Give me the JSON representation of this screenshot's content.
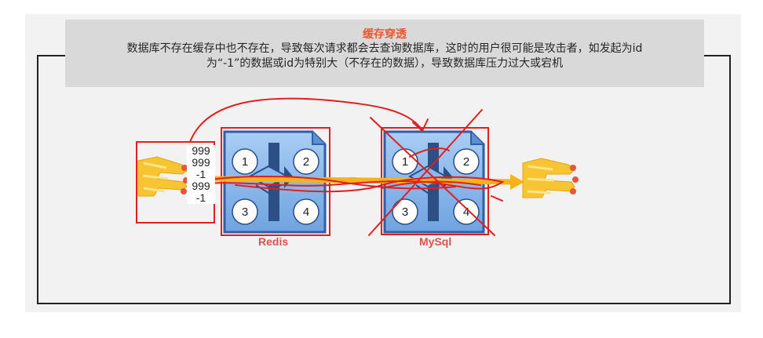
{
  "header": {
    "title": "缓存穿透",
    "line1": "数据库不存在缓存中也不存在，导致每次请求都会去查询数据库，这时的用户很可能是攻击者，如发起为id",
    "line2": "为“-1”的数据或id为特别大（不存在的数据），导致数据库压力过大或宕机"
  },
  "request_stack": [
    "999",
    "999",
    "-1",
    "999",
    "-1"
  ],
  "redis": {
    "label": "Redis",
    "quadrants": [
      "1",
      "2",
      "3",
      "4"
    ]
  },
  "mysql": {
    "label": "MySql",
    "quadrants": [
      "1",
      "2",
      "3",
      "4"
    ]
  },
  "colors": {
    "title": "#e8582f",
    "annotation_red": "#e02020",
    "db_blue": "#7fb1e8",
    "db_border": "#2f5fa8",
    "arrow_orange": "#f5b21b"
  },
  "icons": [
    "hand-pointer-icon-left",
    "hand-pointer-icon-right",
    "redis-icon",
    "mysql-icon"
  ]
}
